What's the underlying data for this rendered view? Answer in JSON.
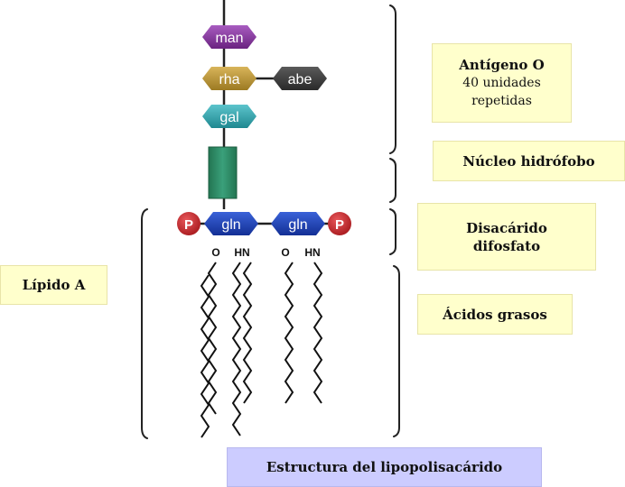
{
  "sugars": {
    "man": "man",
    "rha": "rha",
    "abe": "abe",
    "gal": "gal",
    "gln_left": "gln",
    "gln_right": "gln"
  },
  "phosphate_symbol": "P",
  "atoms": {
    "o_left": "O",
    "hn_left": "HN",
    "o_right": "O",
    "hn_right": "HN"
  },
  "labels": {
    "antigen_title": "Antígeno O",
    "antigen_line1": "40 unidades",
    "antigen_line2": "repetidas",
    "core": "Núcleo hidrófobo",
    "disaccharide_line1": "Disacárido",
    "disaccharide_line2": "difosfato",
    "fatty_acids": "Ácidos grasos",
    "lipid_a": "Lípido A",
    "caption": "Estructura del lipopolisacárido"
  },
  "colors": {
    "man": "#7b2d8e",
    "rha": "#b8922e",
    "abe": "#3a3a3a",
    "gal": "#2ea0a8",
    "core": "#2e8b63",
    "gln": "#1c3fb5",
    "phosphate": "#c8272b",
    "label_box": "#ffffcc",
    "caption_box": "#ccccff"
  }
}
